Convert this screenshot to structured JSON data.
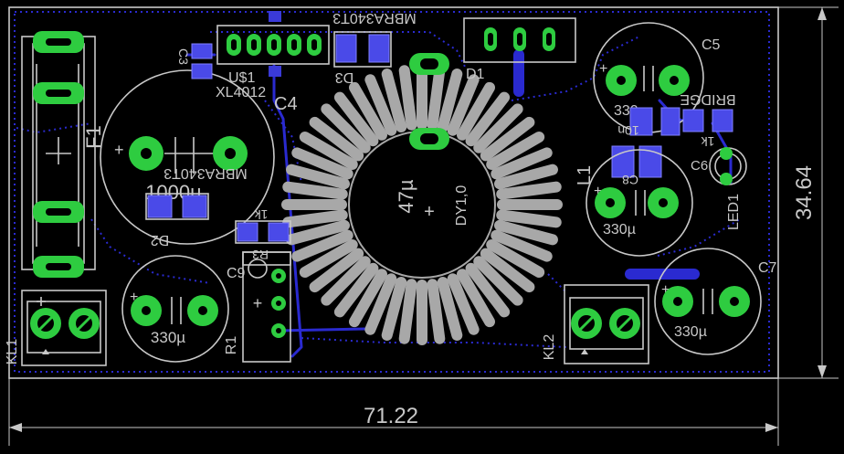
{
  "board": {
    "width_label": "71.22",
    "height_label": "34.64"
  },
  "labels": {
    "u1_part": "MBRA340T3",
    "u1_name": "U$1",
    "u1_chip": "XL4012",
    "c3": "C3",
    "c4": "C4",
    "d3": "D3",
    "d1": "D1",
    "c5": "C5",
    "c5_val": "330µ",
    "bridge": "BRIDGE",
    "r2_val": "1k",
    "r_u": "10n",
    "c6": "C6",
    "led1": "LED1",
    "l1": "L1",
    "c8": "C8",
    "c8_val": "330µ",
    "c7": "C7",
    "c7_val": "330µ",
    "kl2": "KL2",
    "f1": "F1",
    "c1_part": "MBRA340T3",
    "c1_val": "1000µ",
    "d2": "D2",
    "r3": "R3",
    "r3_val": "1k",
    "c9": "C9",
    "c2_val": "330µ",
    "r1": "R1",
    "kl1": "KL1",
    "inductor_val": "47µ",
    "inductor_name": "DY1,0"
  }
}
